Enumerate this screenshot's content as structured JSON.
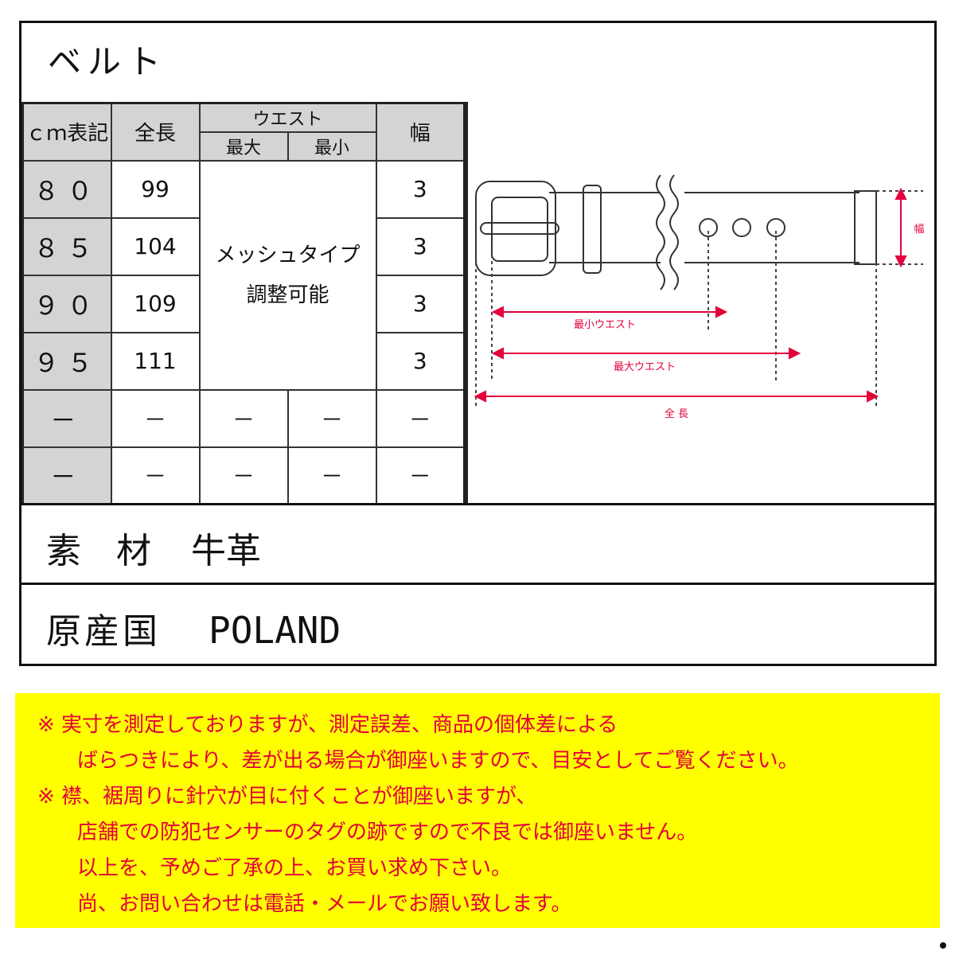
{
  "title": "ベルト",
  "table": {
    "headers": {
      "cm": "ｃｍ表記",
      "total": "全長",
      "waist": "ウエスト",
      "max": "最大",
      "min": "最小",
      "width": "幅"
    },
    "rows": [
      {
        "size": "８０",
        "total": "99",
        "width": "3"
      },
      {
        "size": "８５",
        "total": "104",
        "width": "3"
      },
      {
        "size": "９０",
        "total": "109",
        "width": "3"
      },
      {
        "size": "９５",
        "total": "111",
        "width": "3"
      },
      {
        "size": "－",
        "total": "－",
        "max": "－",
        "min": "－",
        "width": "－"
      },
      {
        "size": "－",
        "total": "－",
        "max": "－",
        "min": "－",
        "width": "－"
      }
    ],
    "mesh_line1": "メッシュタイプ",
    "mesh_line2": "調整可能"
  },
  "diagram": {
    "min_waist": "最小ウエスト",
    "max_waist": "最大ウエスト",
    "total": "全 長",
    "width": "幅",
    "accent": "#e4003a"
  },
  "material": {
    "label": "素　材",
    "value": "牛革"
  },
  "origin": {
    "label": "原産国",
    "value": "POLAND"
  },
  "notes": [
    "※ 実寸を測定しておりますが、測定誤差、商品の個体差による",
    "ばらつきにより、差が出る場合が御座いますので、目安としてご覧ください。",
    "※ 襟、裾周りに針穴が目に付くことが御座いますが、",
    "店舗での防犯センサーのタグの跡ですので不良では御座いません。",
    "以上を、予めご了承の上、お買い求め下さい。",
    "尚、お問い合わせは電話・メールでお願い致します。"
  ]
}
